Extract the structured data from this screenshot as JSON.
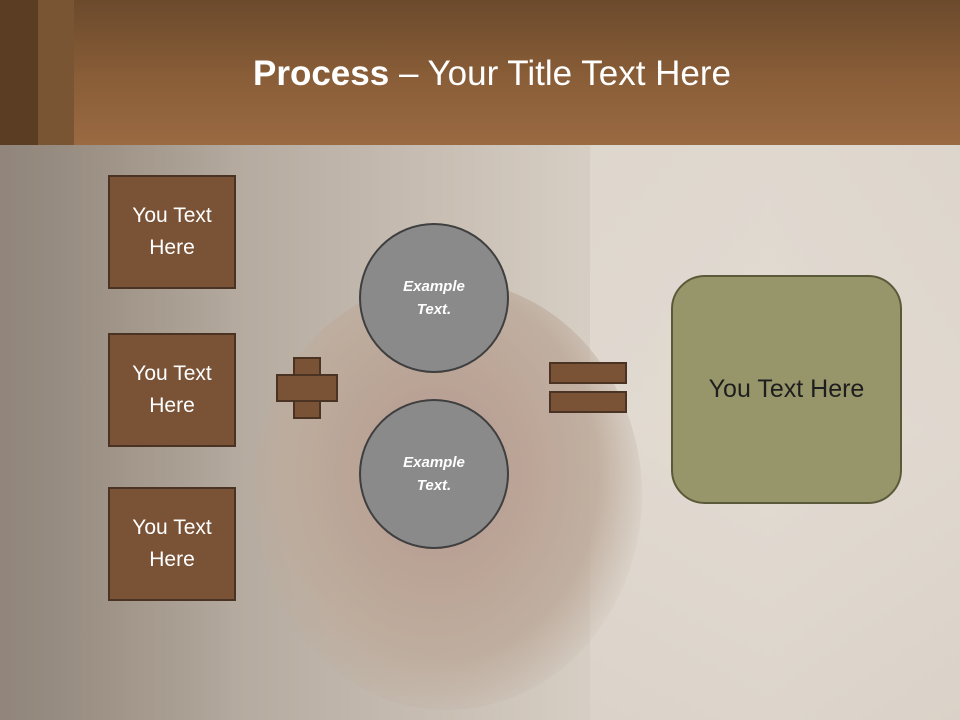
{
  "title": {
    "bold": "Process",
    "rest": " – Your Title Text Here"
  },
  "left_boxes": [
    {
      "label": "You Text Here"
    },
    {
      "label": "You Text Here"
    },
    {
      "label": "You Text Here"
    }
  ],
  "circles": [
    {
      "label": "Example Text."
    },
    {
      "label": "Example Text."
    }
  ],
  "result": {
    "label": "You Text Here"
  },
  "colors": {
    "title_bar": "#8a5e38",
    "box_fill": "#7a5236",
    "circle_fill": "#8a8a8a",
    "result_fill": "#97966a"
  }
}
